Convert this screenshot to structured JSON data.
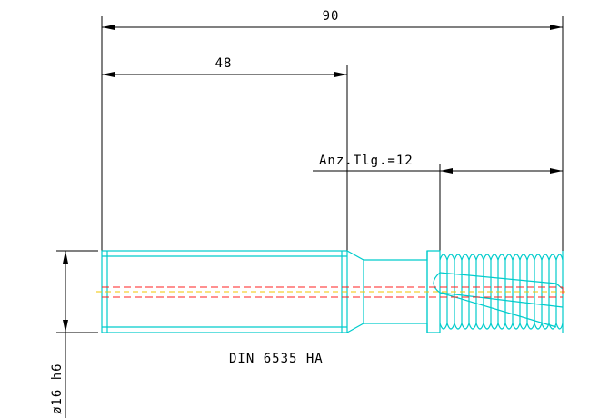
{
  "drawing": {
    "overall_length": "90",
    "shank_length": "48",
    "thread_note": "Anz.Tlg.=12",
    "standard_label": "DIN 6535 HA",
    "shank_diameter": "ø16 h6",
    "colors": {
      "outline": "#00cccc",
      "dimension": "#000000",
      "center_axis": "#ff2020",
      "center_axis_secondary": "#f2c400",
      "background": "#ffffff"
    }
  }
}
